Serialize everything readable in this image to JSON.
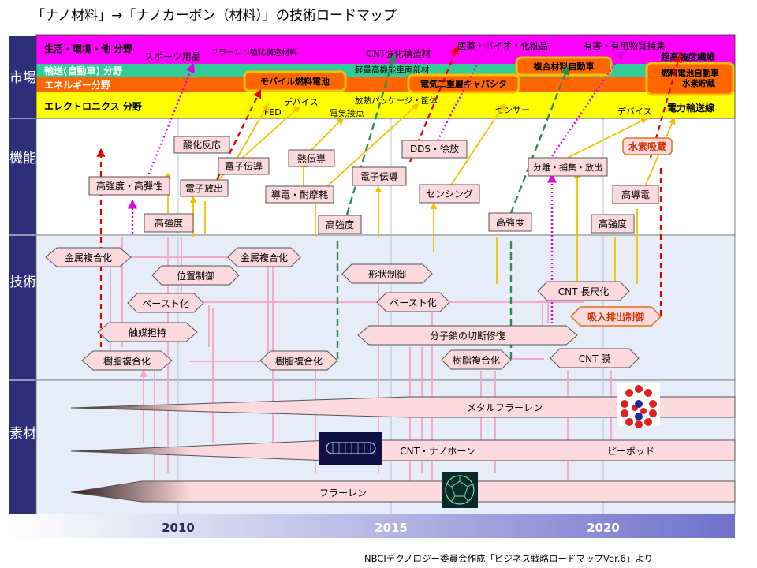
{
  "title": "「ナノ材料」→「ナノカーボン（材料）」の技術ロードマップ",
  "footer": "NBCIテクノロジー委員会作成「ビジネス戦略ロードマップVer.6」より",
  "colors": {
    "band_purple": "#2e2e7a",
    "market_magenta": "#ff00ff",
    "market_green": "#33cc99",
    "market_orange": "#ff6600",
    "market_yellow": "#ffff00",
    "pink": "#f9a9c8",
    "box_fill": "#fcd9dc",
    "red": "#e00000",
    "yellow_line": "#f5c000",
    "green_line": "#2e8b57",
    "magenta_line": "#e000e0"
  },
  "sections": {
    "market": "市場",
    "function": "機能",
    "tech": "技術",
    "material": "素材"
  },
  "market_rows": {
    "life": {
      "label": "生活・環境・他 分野"
    },
    "transport": {
      "label": "輸送(自動車) 分野"
    },
    "energy": {
      "label": "エネルギー分野"
    },
    "electronics": {
      "label": "エレクトロニクス 分野"
    }
  },
  "market_labels": [
    "スポーツ用品",
    "フラーレン強化構造材料",
    "CNT強化構造材",
    "医薬・バイオ・化粧品",
    "有害・有用物質捕集",
    "超高強度繊維",
    "軽量高機能車両部材",
    "FED",
    "デバイス",
    "電気接点",
    "放熱パッケージ・筐体",
    "センサー",
    "デバイス",
    "電力輸送線"
  ],
  "market_boxes": [
    "モバイル燃料電池",
    "電気二重層キャパシタ",
    "複合材料自動車",
    "燃料電池自動車\n水素貯蔵"
  ],
  "function_boxes": [
    "酸化反応",
    "電子伝導",
    "高強度・高弾性",
    "電子放出",
    "高強度",
    "熱伝導",
    "導電・耐摩耗",
    "電子伝導",
    "高強度",
    "DDS・徐放",
    "センシング",
    "高強度",
    "分離・捕集・放出",
    "水素吸蔵",
    "高導電",
    "高強度"
  ],
  "tech_boxes": [
    "金属複合化",
    "金属複合化",
    "位置制御",
    "ペースト化",
    "触媒担持",
    "樹脂複合化",
    "樹脂複合化",
    "形状制御",
    "ペースト化",
    "分子鎖の切断修復",
    "樹脂複合化",
    "CNT 長尺化",
    "吸入排出制御",
    "CNT 膜"
  ],
  "materials": [
    "メタルフラーレン",
    "CNT・ナノホーン",
    "ピーポッド",
    "フラーレン"
  ],
  "timeline": [
    "2010",
    "2015",
    "2020"
  ]
}
